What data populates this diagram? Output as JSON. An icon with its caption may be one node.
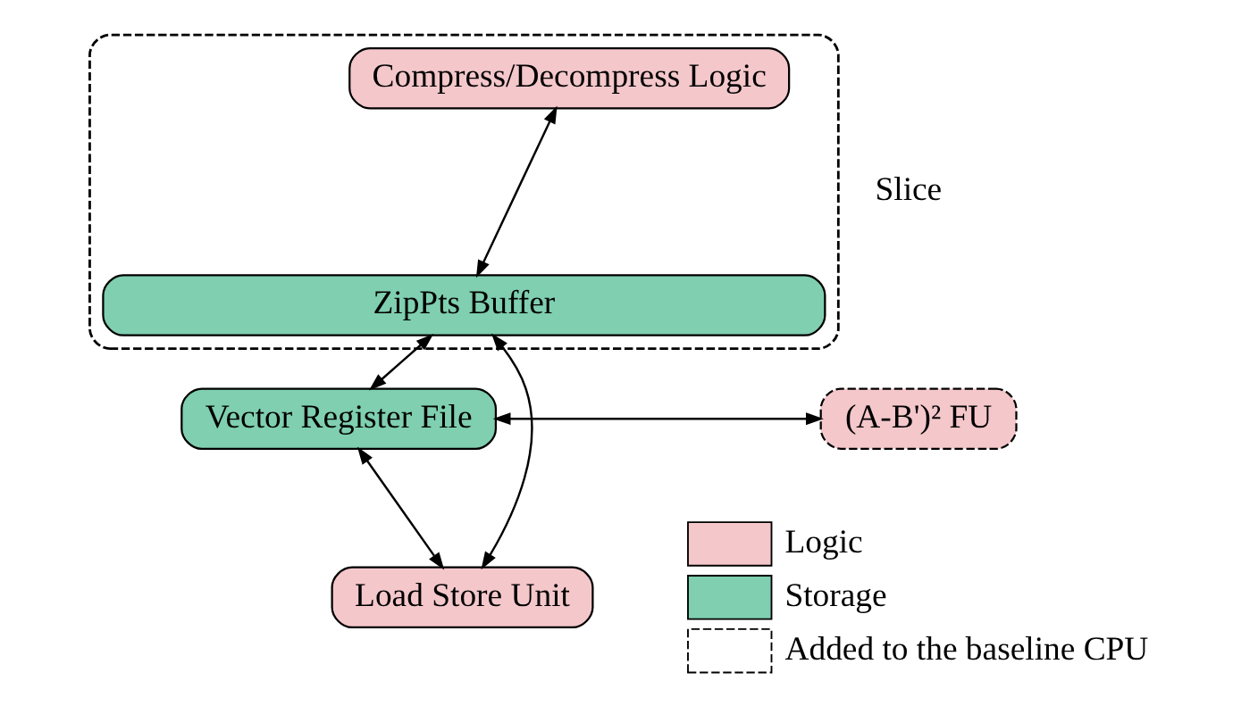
{
  "diagram": {
    "nodes": [
      {
        "text": [],
        "shape": "box"
      },
      {
        "text": [
          "Compress/Decompress Logic"
        ],
        "in": 0
      },
      {
        "text": [
          "ZipPts Buffer"
        ],
        "in": 0
      },
      {
        "text": [
          "Vector Register File"
        ]
      },
      {
        "text": [
          "(A-B')² FU"
        ]
      },
      {
        "text": [
          "Load Store Unit"
        ]
      }
    ],
    "edges": [
      {
        "from": 1,
        "to": 2,
        "arrow": "both"
      },
      {
        "from": 2,
        "to": 3,
        "arrow": "both"
      },
      {
        "from": 3,
        "to": 4,
        "arrow": "both"
      },
      {
        "from": 2,
        "to": 5,
        "arrow": "both"
      },
      {
        "from": 3,
        "to": 5,
        "arrow": "both"
      }
    ],
    "labels": [
      "Slice"
    ],
    "legend": [
      {
        "text": "Logic",
        "color": "#f4c7cb"
      },
      {
        "text": "Storage",
        "color": "#7fcfb0"
      },
      {
        "text": "Added to the baseline CPU"
      }
    ]
  }
}
